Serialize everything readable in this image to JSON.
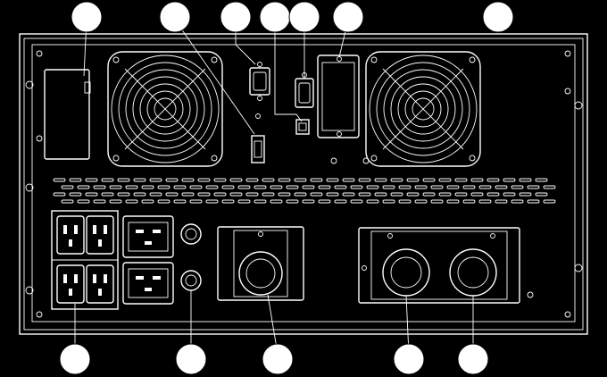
{
  "diagram": {
    "subject": "ups-rear-panel",
    "palette": {
      "background": "#000000",
      "line": "#ffffff",
      "callout": "#ffffff"
    },
    "callouts_top": [
      {
        "id": "t1",
        "label": "",
        "target": "extended-battery-cover"
      },
      {
        "id": "t2",
        "label": "",
        "target": "epo-port"
      },
      {
        "id": "t3",
        "label": "",
        "target": "rs232-port"
      },
      {
        "id": "t4",
        "label": "",
        "target": "usb-port"
      },
      {
        "id": "t5",
        "label": "",
        "target": "db9-port"
      },
      {
        "id": "t6",
        "label": "",
        "target": "smart-slot"
      },
      {
        "id": "t7",
        "label": "",
        "target": "cooling-fan"
      }
    ],
    "callouts_bottom": [
      {
        "id": "b1",
        "label": "",
        "target": "c13-outlets"
      },
      {
        "id": "b2",
        "label": "",
        "target": "circuit-breakers"
      },
      {
        "id": "b3",
        "label": "",
        "target": "input-terminal"
      },
      {
        "id": "b4",
        "label": "",
        "target": "battery-terminal-1"
      },
      {
        "id": "b5",
        "label": "",
        "target": "battery-terminal-2"
      }
    ]
  }
}
